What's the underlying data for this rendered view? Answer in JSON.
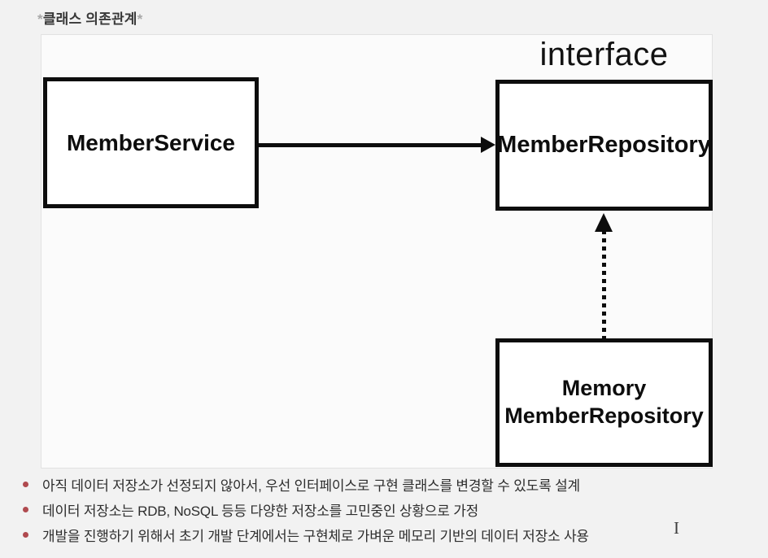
{
  "header": {
    "title_prefix": "*",
    "title_text": "클래스 의존관계",
    "title_suffix": "*"
  },
  "diagram": {
    "interface_label": "interface",
    "boxes": {
      "member_service": {
        "label": "MemberService"
      },
      "member_repository": {
        "label": "MemberRepository"
      },
      "memory_member_repository": {
        "label_line1": "Memory",
        "label_line2": "MemberRepository"
      }
    },
    "arrows": {
      "solid": {
        "from": "MemberService",
        "to": "MemberRepository",
        "style": "solid"
      },
      "dotted": {
        "from": "MemoryMemberRepository",
        "to": "MemberRepository",
        "style": "dotted"
      }
    }
  },
  "notes": [
    {
      "text": "아직 데이터 저장소가 선정되지 않아서, 우선 인터페이스로 구현 클래스를 변경할 수 있도록 설계"
    },
    {
      "text": "데이터 저장소는 RDB, NoSQL 등등 다양한 저장소를 고민중인 상황으로 가정"
    },
    {
      "text": "개발을 진행하기 위해서 초기 개발 단계에서는 구현체로 가벼운 메모리 기반의 데이터 저장소 사용"
    }
  ],
  "cursor": {
    "glyph": "I"
  },
  "colors": {
    "bullet": "#b04a4f",
    "box_border": "#0d0d0d",
    "canvas_bg": "#fbfbfb",
    "page_bg": "#f2f2f2"
  }
}
